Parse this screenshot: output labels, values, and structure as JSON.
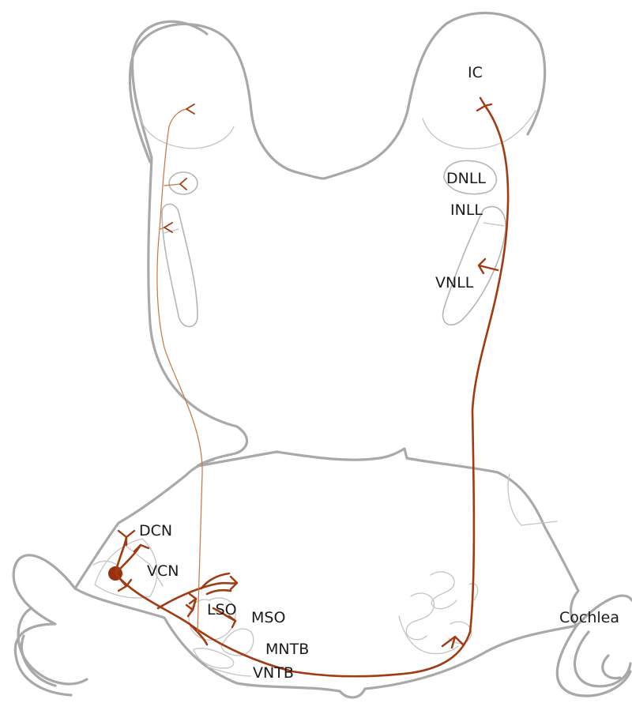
{
  "labels": {
    "ic": "IC",
    "dnll": "DNLL",
    "inll": "INLL",
    "vnll": "VNLL",
    "dcn": "DCN",
    "vcn": "VCN",
    "lso": "LSO",
    "mso": "MSO",
    "mntb": "MNTB",
    "vntb": "VNTB",
    "cochlea": "Cochlea"
  },
  "colors": {
    "axon": "#a23a12",
    "axon_thin": "#c8743f",
    "outline": "#a8a8a8",
    "cell_body": "#9b2f0c"
  }
}
